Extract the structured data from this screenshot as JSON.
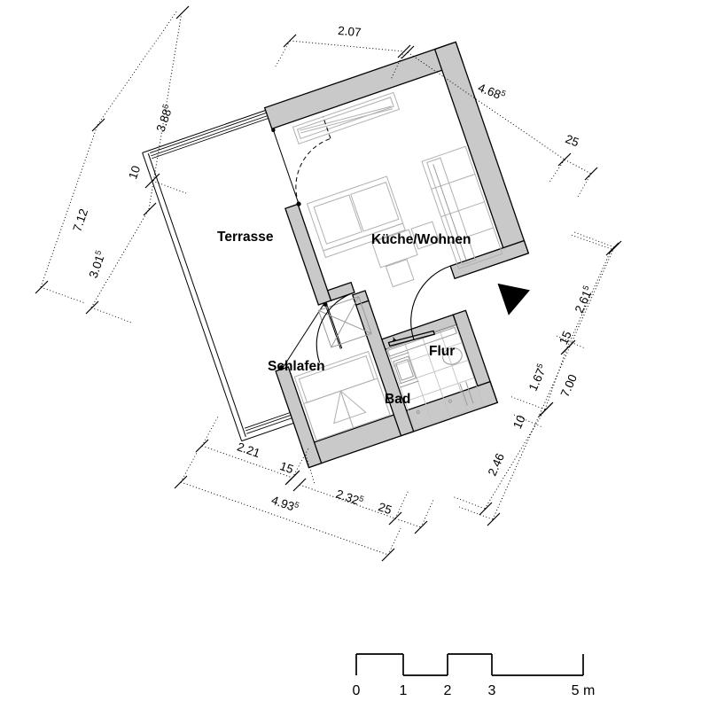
{
  "document": {
    "type": "architectural-floor-plan",
    "language": "de"
  },
  "rooms": [
    {
      "id": "terrasse",
      "label": "Terrasse"
    },
    {
      "id": "kueche-wohnen",
      "label": "Küche/Wohnen"
    },
    {
      "id": "schlafen",
      "label": "Schlafen"
    },
    {
      "id": "bad",
      "label": "Bad"
    },
    {
      "id": "flur",
      "label": "Flur"
    }
  ],
  "dimensions": {
    "top": [
      {
        "id": "top-2-07",
        "value": "2.07",
        "sup": ""
      },
      {
        "id": "top-4-685",
        "value": "4.68",
        "sup": "5"
      },
      {
        "id": "top-25",
        "value": "25",
        "sup": ""
      }
    ],
    "left": [
      {
        "id": "left-7-12",
        "value": "7.12",
        "sup": ""
      },
      {
        "id": "left-3-885",
        "value": "3.88",
        "sup": "5"
      },
      {
        "id": "left-10",
        "value": "10",
        "sup": ""
      },
      {
        "id": "left-3-015",
        "value": "3.01",
        "sup": "5"
      }
    ],
    "right": [
      {
        "id": "right-2-615",
        "value": "2.61",
        "sup": "5"
      },
      {
        "id": "right-15",
        "value": "15",
        "sup": ""
      },
      {
        "id": "right-1-675",
        "value": "1.67",
        "sup": "5"
      },
      {
        "id": "right-10",
        "value": "10",
        "sup": ""
      },
      {
        "id": "right-2-46",
        "value": "2.46",
        "sup": ""
      },
      {
        "id": "right-7-00",
        "value": "7.00",
        "sup": ""
      }
    ],
    "bottom": [
      {
        "id": "bot-2-21",
        "value": "2.21",
        "sup": ""
      },
      {
        "id": "bot-15",
        "value": "15",
        "sup": ""
      },
      {
        "id": "bot-2-325",
        "value": "2.32",
        "sup": "5"
      },
      {
        "id": "bot-25",
        "value": "25",
        "sup": ""
      },
      {
        "id": "bot-4-935",
        "value": "4.93",
        "sup": "5"
      }
    ]
  },
  "scale_bar": {
    "ticks": [
      "0",
      "1",
      "2",
      "3"
    ],
    "end_label": "5 m"
  },
  "colors": {
    "wall_fill": "#c9c9c9",
    "wall_stroke": "#000000",
    "furniture": "#b0b0b0",
    "background": "#ffffff",
    "entry_marker": "#000000"
  },
  "markers": {
    "entry_arrow": "entry-direction-arrow"
  }
}
